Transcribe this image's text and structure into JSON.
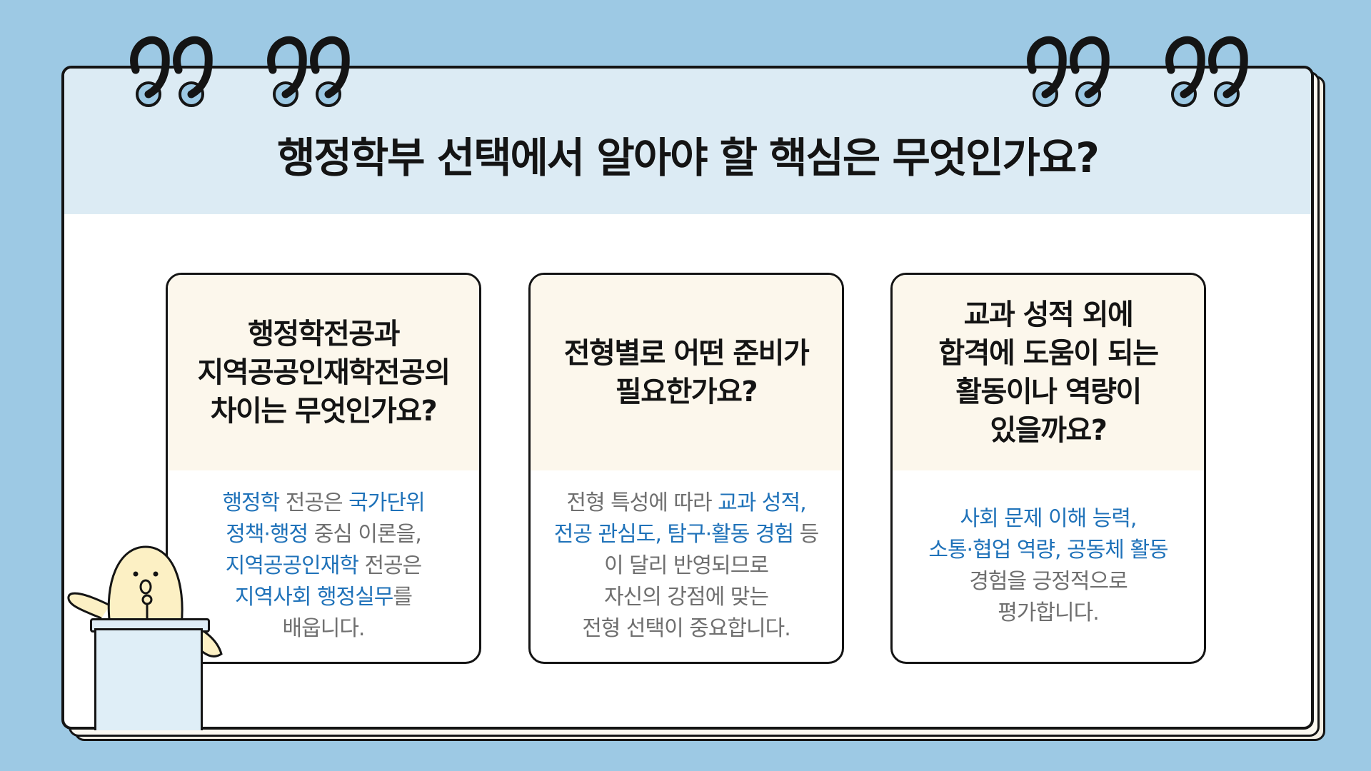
{
  "title": "행정학부 선택에서 알아야 할 핵심은 무엇인가요?",
  "cards": [
    {
      "question_lines": [
        "행정학전공과",
        "지역공공인재학전공의",
        "차이는 무엇인가요?"
      ],
      "answer_lines": [
        [
          {
            "t": "행정학",
            "h": true
          },
          {
            "t": " 전공은 ",
            "h": false
          },
          {
            "t": "국가단위",
            "h": true
          }
        ],
        [
          {
            "t": "정책·행정",
            "h": true
          },
          {
            "t": " 중심 이론을,",
            "h": false
          }
        ],
        [
          {
            "t": "지역공공인재학",
            "h": true
          },
          {
            "t": " 전공은",
            "h": false
          }
        ],
        [
          {
            "t": "지역사회 행정실무",
            "h": true
          },
          {
            "t": "를",
            "h": false
          }
        ],
        [
          {
            "t": "배웁니다.",
            "h": false
          }
        ]
      ]
    },
    {
      "question_lines": [
        "전형별로 어떤 준비가",
        "필요한가요?"
      ],
      "answer_lines": [
        [
          {
            "t": "전형 특성에 따라 ",
            "h": false
          },
          {
            "t": "교과 성적,",
            "h": true
          }
        ],
        [
          {
            "t": "전공 관심도, 탐구·활동 경험",
            "h": true
          },
          {
            "t": " 등",
            "h": false
          }
        ],
        [
          {
            "t": "이 달리 반영되므로",
            "h": false
          }
        ],
        [
          {
            "t": "자신의 강점에 맞는",
            "h": false
          }
        ],
        [
          {
            "t": "전형 선택이 중요합니다.",
            "h": false
          }
        ]
      ]
    },
    {
      "question_lines": [
        "교과 성적 외에",
        "합격에 도움이 되는",
        "활동이나 역량이",
        "있을까요?"
      ],
      "answer_lines": [
        [
          {
            "t": "사회 문제 이해 능력,",
            "h": true
          }
        ],
        [
          {
            "t": "소통·협업 역량, 공동체 활동",
            "h": true
          }
        ],
        [
          {
            "t": "경험을 긍정적으로",
            "h": false
          }
        ],
        [
          {
            "t": "평가합니다.",
            "h": false
          }
        ]
      ]
    }
  ],
  "colors": {
    "background": "#9dc9e4",
    "header": "#dcebf4",
    "card_head": "#fcf7ec",
    "highlight": "#1f72b9",
    "body_text": "#6f6f6f"
  }
}
